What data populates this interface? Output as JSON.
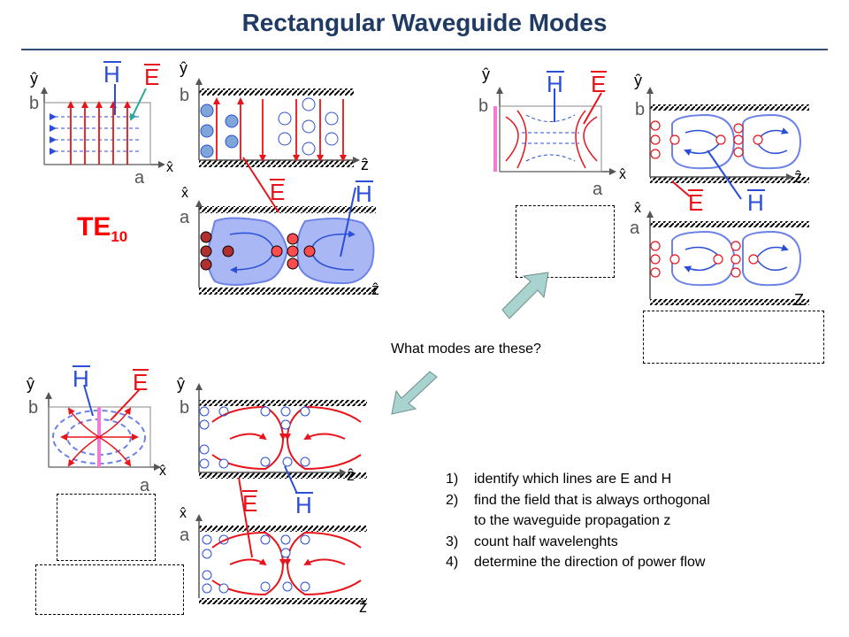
{
  "title": "Rectangular Waveguide Modes",
  "te_mode": {
    "base": "TE",
    "sub": "10"
  },
  "question": "What modes are these?",
  "steps": [
    {
      "num": "1)",
      "text": "identify which lines are E and H"
    },
    {
      "num": "2)",
      "text": "find the field that is always orthogonal"
    },
    {
      "num": "",
      "text": "to the waveguide propagation z"
    },
    {
      "num": "3)",
      "text": "count half wavelenghts"
    },
    {
      "num": "4)",
      "text": "determine the direction of power flow"
    }
  ],
  "axis_labels": {
    "y": "ŷ",
    "x": "x̂",
    "z": "ẑ",
    "Z": "Z",
    "a": "a",
    "b": "b",
    "E": "E",
    "H": "H"
  },
  "colors": {
    "title": "#1f3a63",
    "e_field": "#e8141b",
    "h_field": "#2b4ed6",
    "h_fill": "#a9b8f5",
    "magenta_wall": "#f47ad8",
    "circle_fill": "#7fa6d8",
    "arrow_box": "#a9d3cf"
  }
}
